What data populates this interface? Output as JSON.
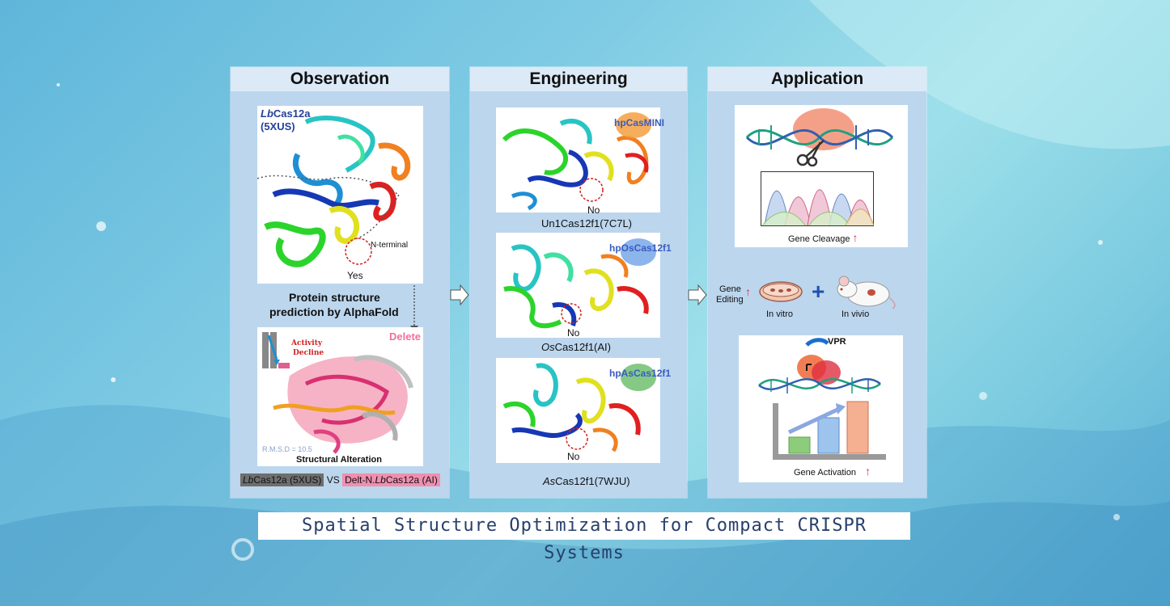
{
  "panels": {
    "observation": {
      "header": "Observation",
      "protein_label_italic": "Lb",
      "protein_label_rest": "Cas12a",
      "protein_pdb": "(5XUS)",
      "n_terminal": "N-terminal",
      "yes": "Yes",
      "prediction_line1": "Protein structure",
      "prediction_line2": "prediction by AlphaFold",
      "delete": "Delete",
      "activity_line1": "Activity",
      "activity_line2": "Decline",
      "rmsd": "R.M.S.D = 10.5",
      "structural_alteration": "Structural Alteration",
      "compare_left_italic": "Lb",
      "compare_left_rest": "Cas12a (5XUS)",
      "compare_vs": "VS",
      "compare_right_prefix": "Delt-N.",
      "compare_right_italic": "Lb",
      "compare_right_rest": "Cas12a (AI)"
    },
    "engineering": {
      "header": "Engineering",
      "items": [
        {
          "tag": "hpCasMINI",
          "no": "No",
          "caption_italic": "",
          "caption": "Un1Cas12f1(7C7L)"
        },
        {
          "tag": "hpOsCas12f1",
          "no": "No",
          "caption_italic": "Os",
          "caption": "Cas12f1(AI)"
        },
        {
          "tag": "hpAsCas12f1",
          "no": "No",
          "caption_italic": "As",
          "caption": "Cas12f1(7WJU)"
        }
      ]
    },
    "application": {
      "header": "Application",
      "gene_cleavage": "Gene Cleavage",
      "gene_editing_line1": "Gene",
      "gene_editing_line2": "Editing",
      "in_vitro": "In vitro",
      "in_vivo": "In vivio",
      "vpr": "VPR",
      "gene_activation": "Gene Activation"
    }
  },
  "title": "Spatial Structure Optimization for Compact CRISPR Systems",
  "colors": {
    "panel_bg": "#bcd6ee",
    "header_bg": "#dce9f6",
    "title_text": "#27406b",
    "up_arrow": "#d0344a",
    "protein_label": "#27409a"
  },
  "icons": [
    "arrow-right-icon",
    "scissors-icon",
    "dna-icon",
    "mouse-icon",
    "petri-dish-icon",
    "plus-icon",
    "up-arrow-icon"
  ]
}
